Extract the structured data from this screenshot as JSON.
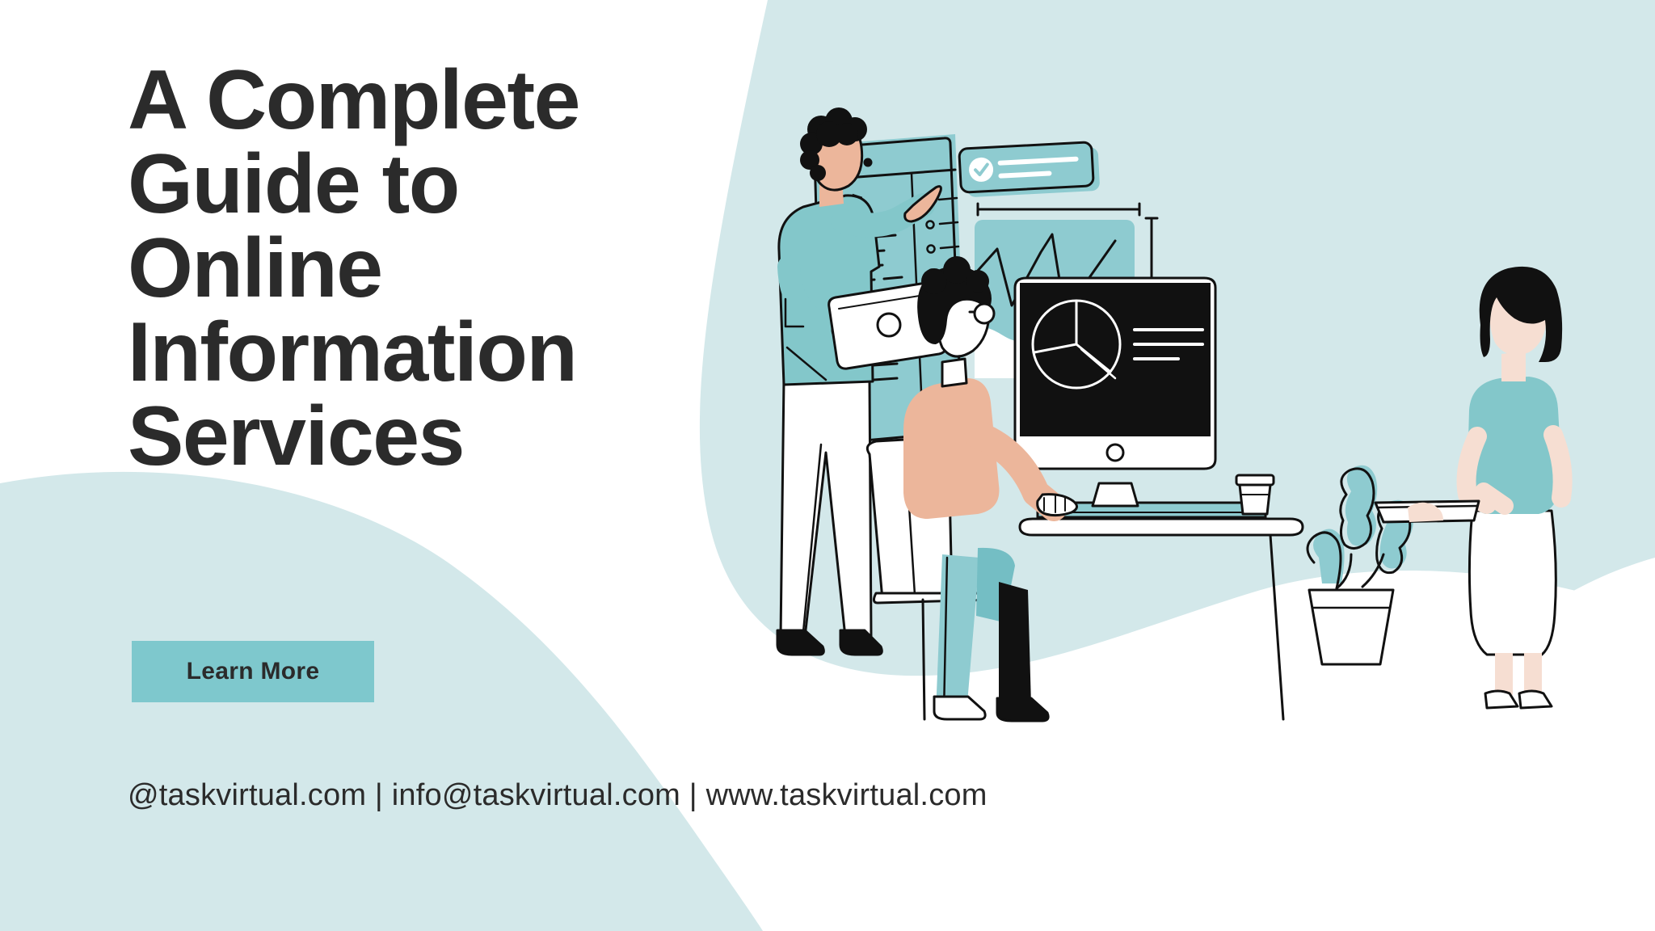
{
  "banner": {
    "headline": "A Complete\nGuide to\nOnline\nInformation\nServices",
    "cta_label": "Learn More",
    "footer_contact": "@taskvirtual.com | info@taskvirtual.com | www.taskvirtual.com"
  },
  "colors": {
    "page_background": "#ffffff",
    "blob_light": "#d3e8ea",
    "accent_teal": "#7ec8cd",
    "panel_teal": "#8ecbd0",
    "panel_teal_dark": "#74bec4",
    "text_dark": "#2b2b2b",
    "skin_light": "#f6ded2",
    "skin_warm": "#ecb69b",
    "ink": "#111111",
    "white": "#ffffff"
  },
  "illustration": {
    "name": "team-working-with-data-dashboards",
    "elements": [
      "standing-man-pointing",
      "tablet",
      "code-window",
      "notification-card",
      "line-chart-panel",
      "desktop-monitor-pie-chart",
      "seated-man-at-desk",
      "office-chair",
      "desk",
      "keyboard",
      "coffee-cup",
      "potted-cactus",
      "standing-woman-with-tray"
    ],
    "code_window": {
      "tag_open": "<—>",
      "tag_close": "<—/>",
      "dot_count": 3,
      "sidebar_item_count": 6,
      "code_line_count": 10
    },
    "notification_card": {
      "icon": "check-circle-icon",
      "line_count": 2
    },
    "monitor": {
      "chart": "pie-chart",
      "slice_count": 3,
      "text_line_count": 3
    },
    "line_chart_panel": {
      "chart": "zigzag-line-with-wave-area",
      "has_dimension_brackets": true
    }
  }
}
